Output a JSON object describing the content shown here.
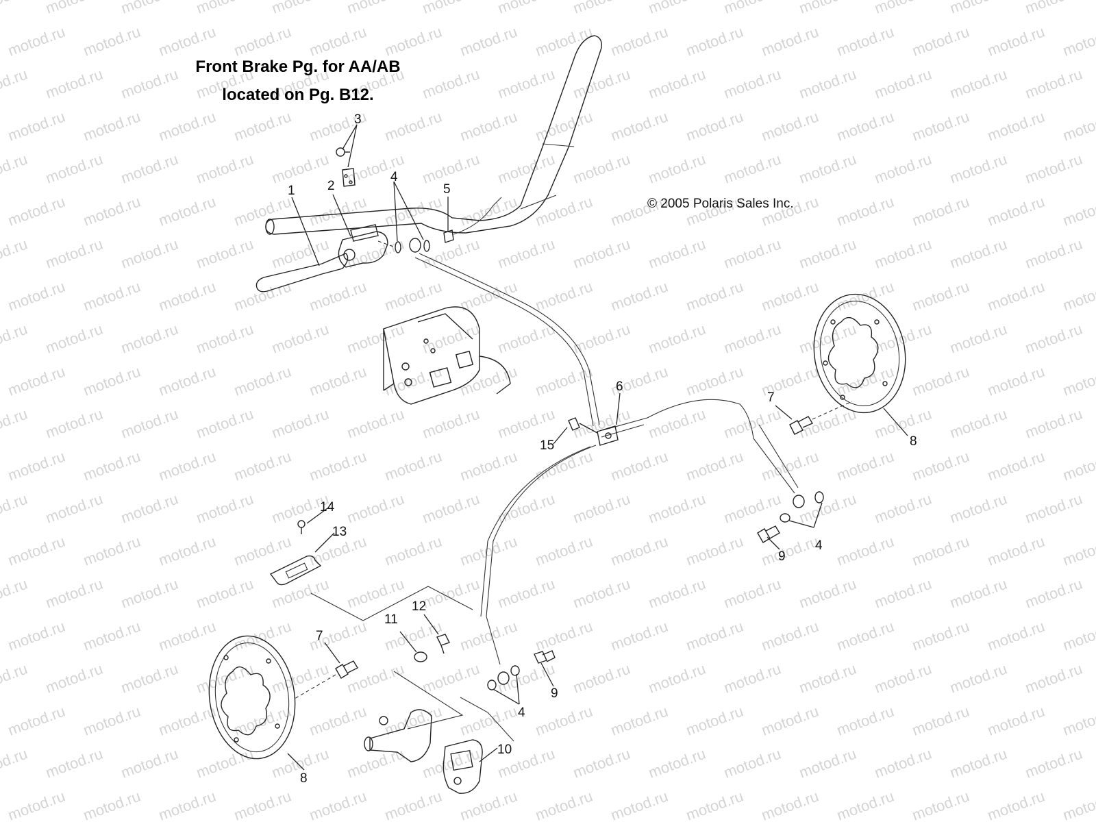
{
  "note": {
    "line1": "Front Brake Pg. for AA/AB",
    "line2": "located on Pg. B12."
  },
  "copyright": "© 2005 Polaris Sales Inc.",
  "watermark": "motod.ru",
  "callouts": {
    "c1": "1",
    "c2": "2",
    "c3": "3",
    "c4a": "4",
    "c5": "5",
    "c6": "6",
    "c15": "15",
    "c7a": "7",
    "c8a": "8",
    "c9a": "9",
    "c4b": "4",
    "c14": "14",
    "c13": "13",
    "c11": "11",
    "c12": "12",
    "c7b": "7",
    "c9b": "9",
    "c4c": "4",
    "c10": "10",
    "c8b": "8"
  }
}
